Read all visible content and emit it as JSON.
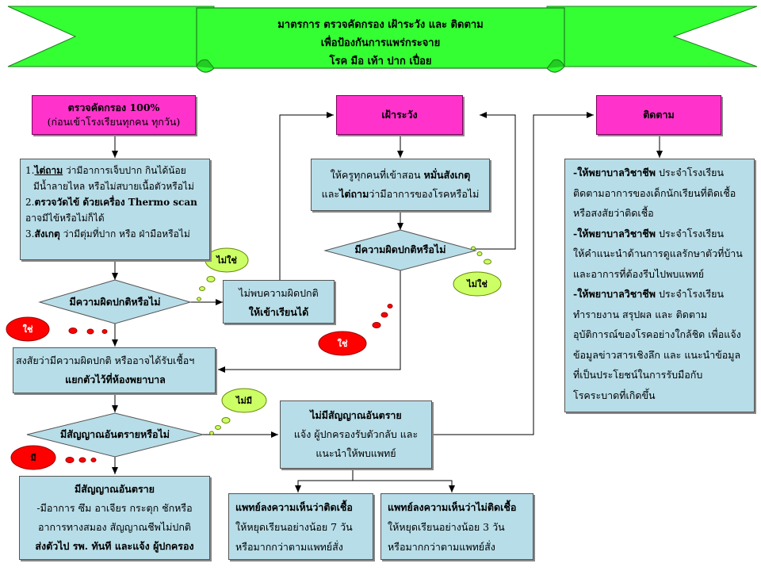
{
  "banner": {
    "line1": "มาตรการ ตรวจคัดกรอง เฝ้าระวัง และ ติดตาม",
    "line2": "เพื่อป้องกันการแพร่กระจาย",
    "line3": "โรค มือ เท้า ปาก เปื่อย"
  },
  "headers": {
    "screen_title": "ตรวจคัดกรอง 100%",
    "screen_sub": "(ก่อนเข้าโรงเรียนทุกคน ทุกวัน)",
    "watch": "เฝ้าระวัง",
    "follow": "ติดตาม"
  },
  "screen_box": {
    "n1": "1.",
    "k1": "ไต่ถาม",
    "t1": " ว่ามีอาการเจ็บปาก กินได้น้อย",
    "t1b": "มีน้ำลายไหล หรือไม่สบายเนื้อตัวหรือไม่",
    "n2": "2.",
    "k2": "ตรวจวัดไข้",
    "t2": " ด้วยเครื่อง Thermo scan",
    "t2b": "อาจมีไข้หรือไม่ก็ได้",
    "n3": "3.",
    "k3": "สังเกตุ",
    "t3": " ว่ามีตุ่มที่ปาก หรือ ฝ่ามือหรือไม่"
  },
  "watch_box": {
    "l1a": "ให้ครูทุกคนที่เข้าสอน ",
    "l1k": "หมั่นสังเกตุ",
    "l2a": "และ",
    "l2k": "ไต่ถาม",
    "l2b": "ว่ามีอาการของโรคหรือไม่"
  },
  "follow_box": {
    "p1k": "-ให้พยาบาลวิชาชีพ",
    "p1a": " ประจำโรงเรียน",
    "p1b": "ติดตามอาการของเด็กนักเรียนที่ติดเชื้อ",
    "p1c": "หรือสงสัยว่าติดเชื้อ",
    "p2k": "-ให้พยาบาลวิชาชีพ",
    "p2a": " ประจำโรงเรียน",
    "p2b": "ให้คำแนะนำด้านการดูแลรักษาตัวที่บ้าน",
    "p2c": "และอาการที่ต้องรีบไปพบแพทย์",
    "p3k": "-ให้พยาบาลวิชาชีพ",
    "p3a": " ประจำโรงเรียน",
    "p3b": "ทำรายงาน สรุปผล และ ติดตาม",
    "p3c": "อุบัติการณ์ของโรคอย่างใกล้ชิด เพื่อแจ้ง",
    "p3d": "ข้อมูลข่าวสารเชิงลึก และ แนะนำข้อมูล",
    "p3e": "ที่เป็นประโยชน์ในการรับมือกับ",
    "p3f": "โรคระบาดที่เกิดขึ้น"
  },
  "decisions": {
    "d1": "มีความผิดปกติหรือไม่",
    "d2": "มีความผิดปกติหรือไม่",
    "d3": "มีสัญญาณอันตรายหรือไม่"
  },
  "normal_box": {
    "l1": "ไม่พบความผิดปกติ",
    "l2": "ให้เข้าเรียนได้"
  },
  "suspect_box": {
    "l1": "สงสัยว่ามีความผิดปกติ หรืออาจได้รับเชื้อฯ",
    "l2": "แยกตัวไว้ที่ห้องพยาบาล"
  },
  "nodanger_box": {
    "l1": "ไม่มีสัญญาณอันตราย",
    "l2": "แจ้ง ผู้ปกครองรับตัวกลับ และ",
    "l3": "แนะนำให้พบแพทย์"
  },
  "danger_box": {
    "l1": "มีสัญญาณอันตราย",
    "l2": "-มีอาการ ซึม อาเจียร กระตุก ชักหรือ",
    "l3": "อาการทางสมอง สัญญาณชีพไม่ปกติ",
    "l4": "ส่งตัวไป รพ. ทันที และแจ้ง ผู้ปกครอง"
  },
  "infected_box": {
    "l1": "แพทย์ลงความเห็นว่าติดเชื้อ",
    "l2": "ให้หยุดเรียนอย่างน้อย 7 วัน",
    "l3": "หรือมากกว่าตามแพทย์สั่ง"
  },
  "notinfected_box": {
    "l1": "แพทย์ลงความเห็นว่าไม่ติดเชื้อ",
    "l2": "ให้หยุดเรียนอย่างน้อย 3 วัน",
    "l3": "หรือมากกว่าตามแพทย์สั่ง"
  },
  "clouds": {
    "no1": "ไม่ใช่",
    "yes1": "ใช่",
    "no2": "ไม่ใช่",
    "yes2": "ใช่",
    "no3": "ไม่มี",
    "yes3": "มี"
  },
  "colors": {
    "banner": "#33ff33",
    "header_pink": "#ff33cc",
    "box": "#b7dde8",
    "cloud_green": "#ccff66",
    "cloud_red": "#ff0000"
  }
}
